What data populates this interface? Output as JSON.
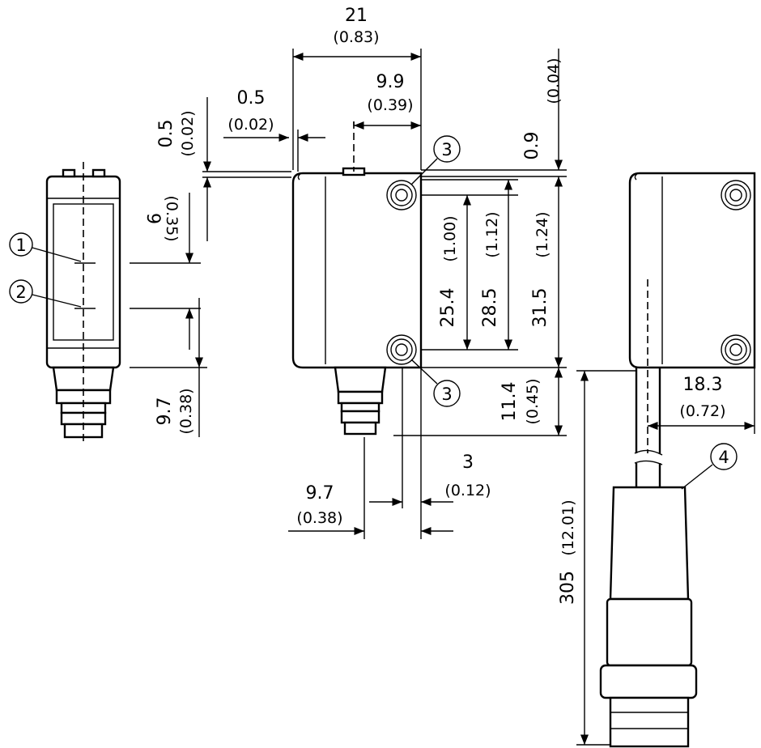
{
  "dimensions": {
    "width_total": "21",
    "width_total_in": "(0.83)",
    "hole_offset": "9.9",
    "hole_offset_in": "(0.39)",
    "lip": "0.5",
    "lip_in": "(0.02)",
    "lip_v": "0.5",
    "lip_v_in": "(0.02)",
    "top_gap": "0.9",
    "top_gap_in": "(0.04)",
    "optic_spacing": "9",
    "optic_spacing_in": "(0.35)",
    "hole_spacing": "25.4",
    "hole_spacing_in": "(1.00)",
    "hole_span": "28.5",
    "hole_span_in": "(1.12)",
    "housing_height": "31.5",
    "housing_height_in": "(1.24)",
    "connector_front": "9.7",
    "connector_front_in": "(0.38)",
    "connector_len": "11.4",
    "connector_len_in": "(0.45)",
    "connector_offset": "3",
    "connector_offset_in": "(0.12)",
    "connector_side": "9.7",
    "connector_side_in": "(0.38)",
    "cable_width": "18.3",
    "cable_width_in": "(0.72)",
    "cable_length": "305",
    "cable_length_in": "(12.01)"
  },
  "callouts": {
    "c1": "1",
    "c2": "2",
    "c3a": "3",
    "c3b": "3",
    "c4": "4"
  }
}
